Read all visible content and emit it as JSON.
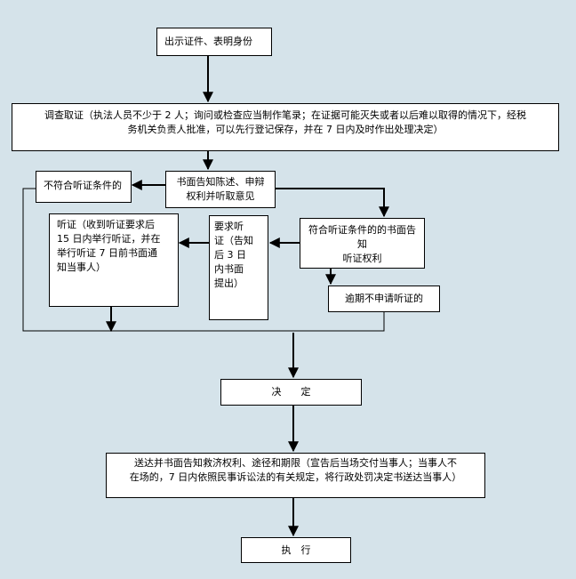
{
  "nodes": {
    "show_id": "出示证件、表明身份",
    "investigate_line1": "调查取证（执法人员不少于 2 人；询问或检查应当制作笔录；在证据可能灭失或者以后难以取得的情况下，经税",
    "investigate_line2": "务机关负责人批准，可以先行登记保存，并在 7 日内及时作出处理决定）",
    "not_eligible": "不符合听证条件的",
    "notify_line1": "书面告知陈述、申辩",
    "notify_line2": "权利并听取意见",
    "hearing_line1": "听证（收到听证要求后",
    "hearing_line2": "15 日内举行听证，并在",
    "hearing_line3": "举行听证 7 日前书面通",
    "hearing_line4": "知当事人）",
    "request_line1": "要求听",
    "request_line2": "证（告知",
    "request_line3": "后 3 日",
    "request_line4": "内书面",
    "request_line5": "提出）",
    "eligible_line1": "符合听证条件的的书面告知",
    "eligible_line2": "听证权利",
    "overdue": "逾期不申请听证的",
    "decide": "决　　定",
    "deliver_line1": "送达并书面告知救济权利、途径和期限（宣告后当场交付当事人；当事人不",
    "deliver_line2": "在场的，7 日内依照民事诉讼法的有关规定，将行政处罚决定书送达当事人）",
    "execute": "执　行"
  }
}
